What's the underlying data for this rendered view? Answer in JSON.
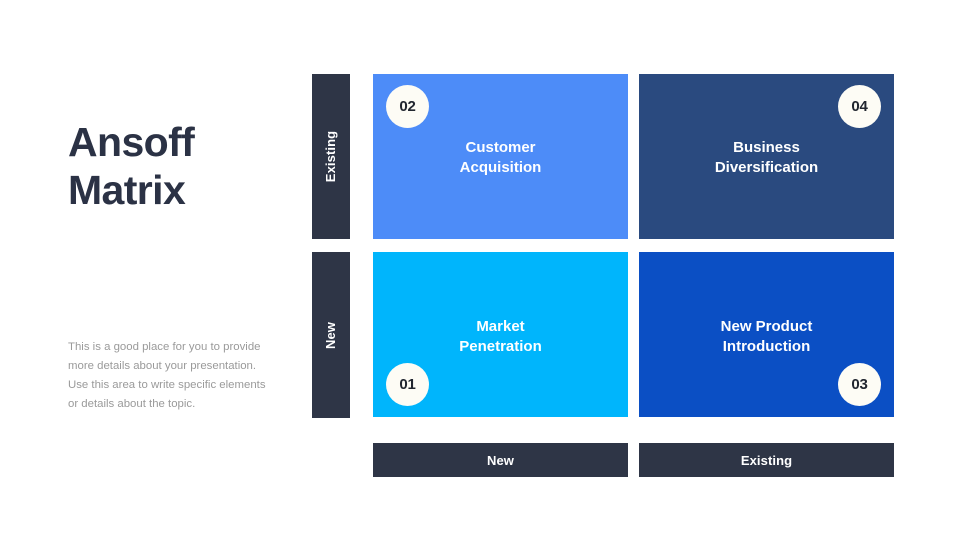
{
  "slide": {
    "title": "Ansoff\nMatrix",
    "body": "This is a good place for you to provide more details about your presentation. Use this area to write specific elements or details about the topic."
  },
  "matrix": {
    "y_axis": [
      {
        "label": "Existing"
      },
      {
        "label": "New"
      }
    ],
    "x_axis": [
      {
        "label": "New"
      },
      {
        "label": "Existing"
      }
    ],
    "quadrants": [
      {
        "number": "02",
        "title": "Customer\nAcquisition",
        "color": "#4d8cf8",
        "badge_position": "top-left",
        "row": "Existing",
        "column": "New"
      },
      {
        "number": "04",
        "title": "Business\nDiversification",
        "color": "#2a4a7f",
        "badge_position": "top-right",
        "row": "Existing",
        "column": "Existing"
      },
      {
        "number": "01",
        "title": "Market\nPenetration",
        "color": "#00b5fc",
        "badge_position": "bottom-left",
        "row": "New",
        "column": "New"
      },
      {
        "number": "03",
        "title": "New Product\nIntroduction",
        "color": "#0b4fc4",
        "badge_position": "bottom-right",
        "row": "New",
        "column": "Existing"
      }
    ]
  },
  "colors": {
    "axis_bar": "#2e3546",
    "title_text": "#2b3245",
    "body_text": "#9a9a9a",
    "badge_fill": "#fdfcf5",
    "badge_text": "#21262f",
    "background": "#ffffff"
  }
}
